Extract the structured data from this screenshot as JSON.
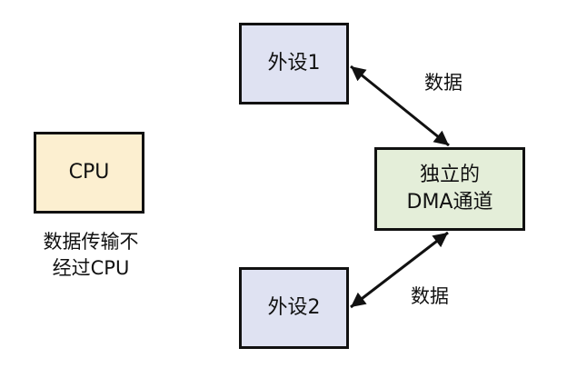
{
  "nodes": {
    "cpu": {
      "label": "CPU",
      "fill": "#fcefd0"
    },
    "device1": {
      "label": "外设1",
      "fill": "#dfe2f2"
    },
    "device2": {
      "label": "外设2",
      "fill": "#dfe2f2"
    },
    "dma": {
      "label_line1": "独立的",
      "label_line2": "DMA通道",
      "fill": "#e4eed9"
    }
  },
  "annotations": {
    "cpu_note_line1": "数据传输不",
    "cpu_note_line2": "经过CPU"
  },
  "edges": [
    {
      "from": "device1",
      "to": "dma",
      "label": "数据",
      "bidirectional": true
    },
    {
      "from": "device2",
      "to": "dma",
      "label": "数据",
      "bidirectional": true
    }
  ]
}
